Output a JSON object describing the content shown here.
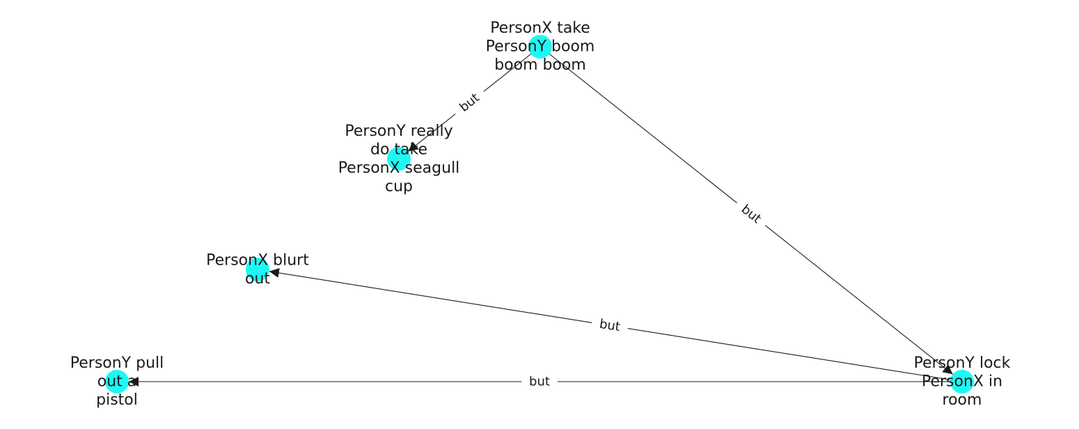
{
  "colors": {
    "node_fill": "#1ef8f5",
    "edge": "#1a1a1a",
    "text": "#1a1a1a",
    "background": "#ffffff"
  },
  "nodes": [
    {
      "id": "n1",
      "lines": [
        "PersonX take",
        "PersonY boom",
        "boom boom"
      ]
    },
    {
      "id": "n2",
      "lines": [
        "PersonY really",
        "do take",
        "PersonX seagull",
        "cup"
      ]
    },
    {
      "id": "n3",
      "lines": [
        "PersonX blurt",
        "out"
      ]
    },
    {
      "id": "n4",
      "lines": [
        "PersonY pull",
        "out a",
        "pistol"
      ]
    },
    {
      "id": "n5",
      "lines": [
        "PersonY lock",
        "PersonX in",
        "room"
      ]
    }
  ],
  "edges": [
    {
      "from": "n1",
      "to": "n2",
      "label": "but"
    },
    {
      "from": "n1",
      "to": "n5",
      "label": "but"
    },
    {
      "from": "n5",
      "to": "n3",
      "label": "but"
    },
    {
      "from": "n5",
      "to": "n4",
      "label": "but"
    }
  ]
}
